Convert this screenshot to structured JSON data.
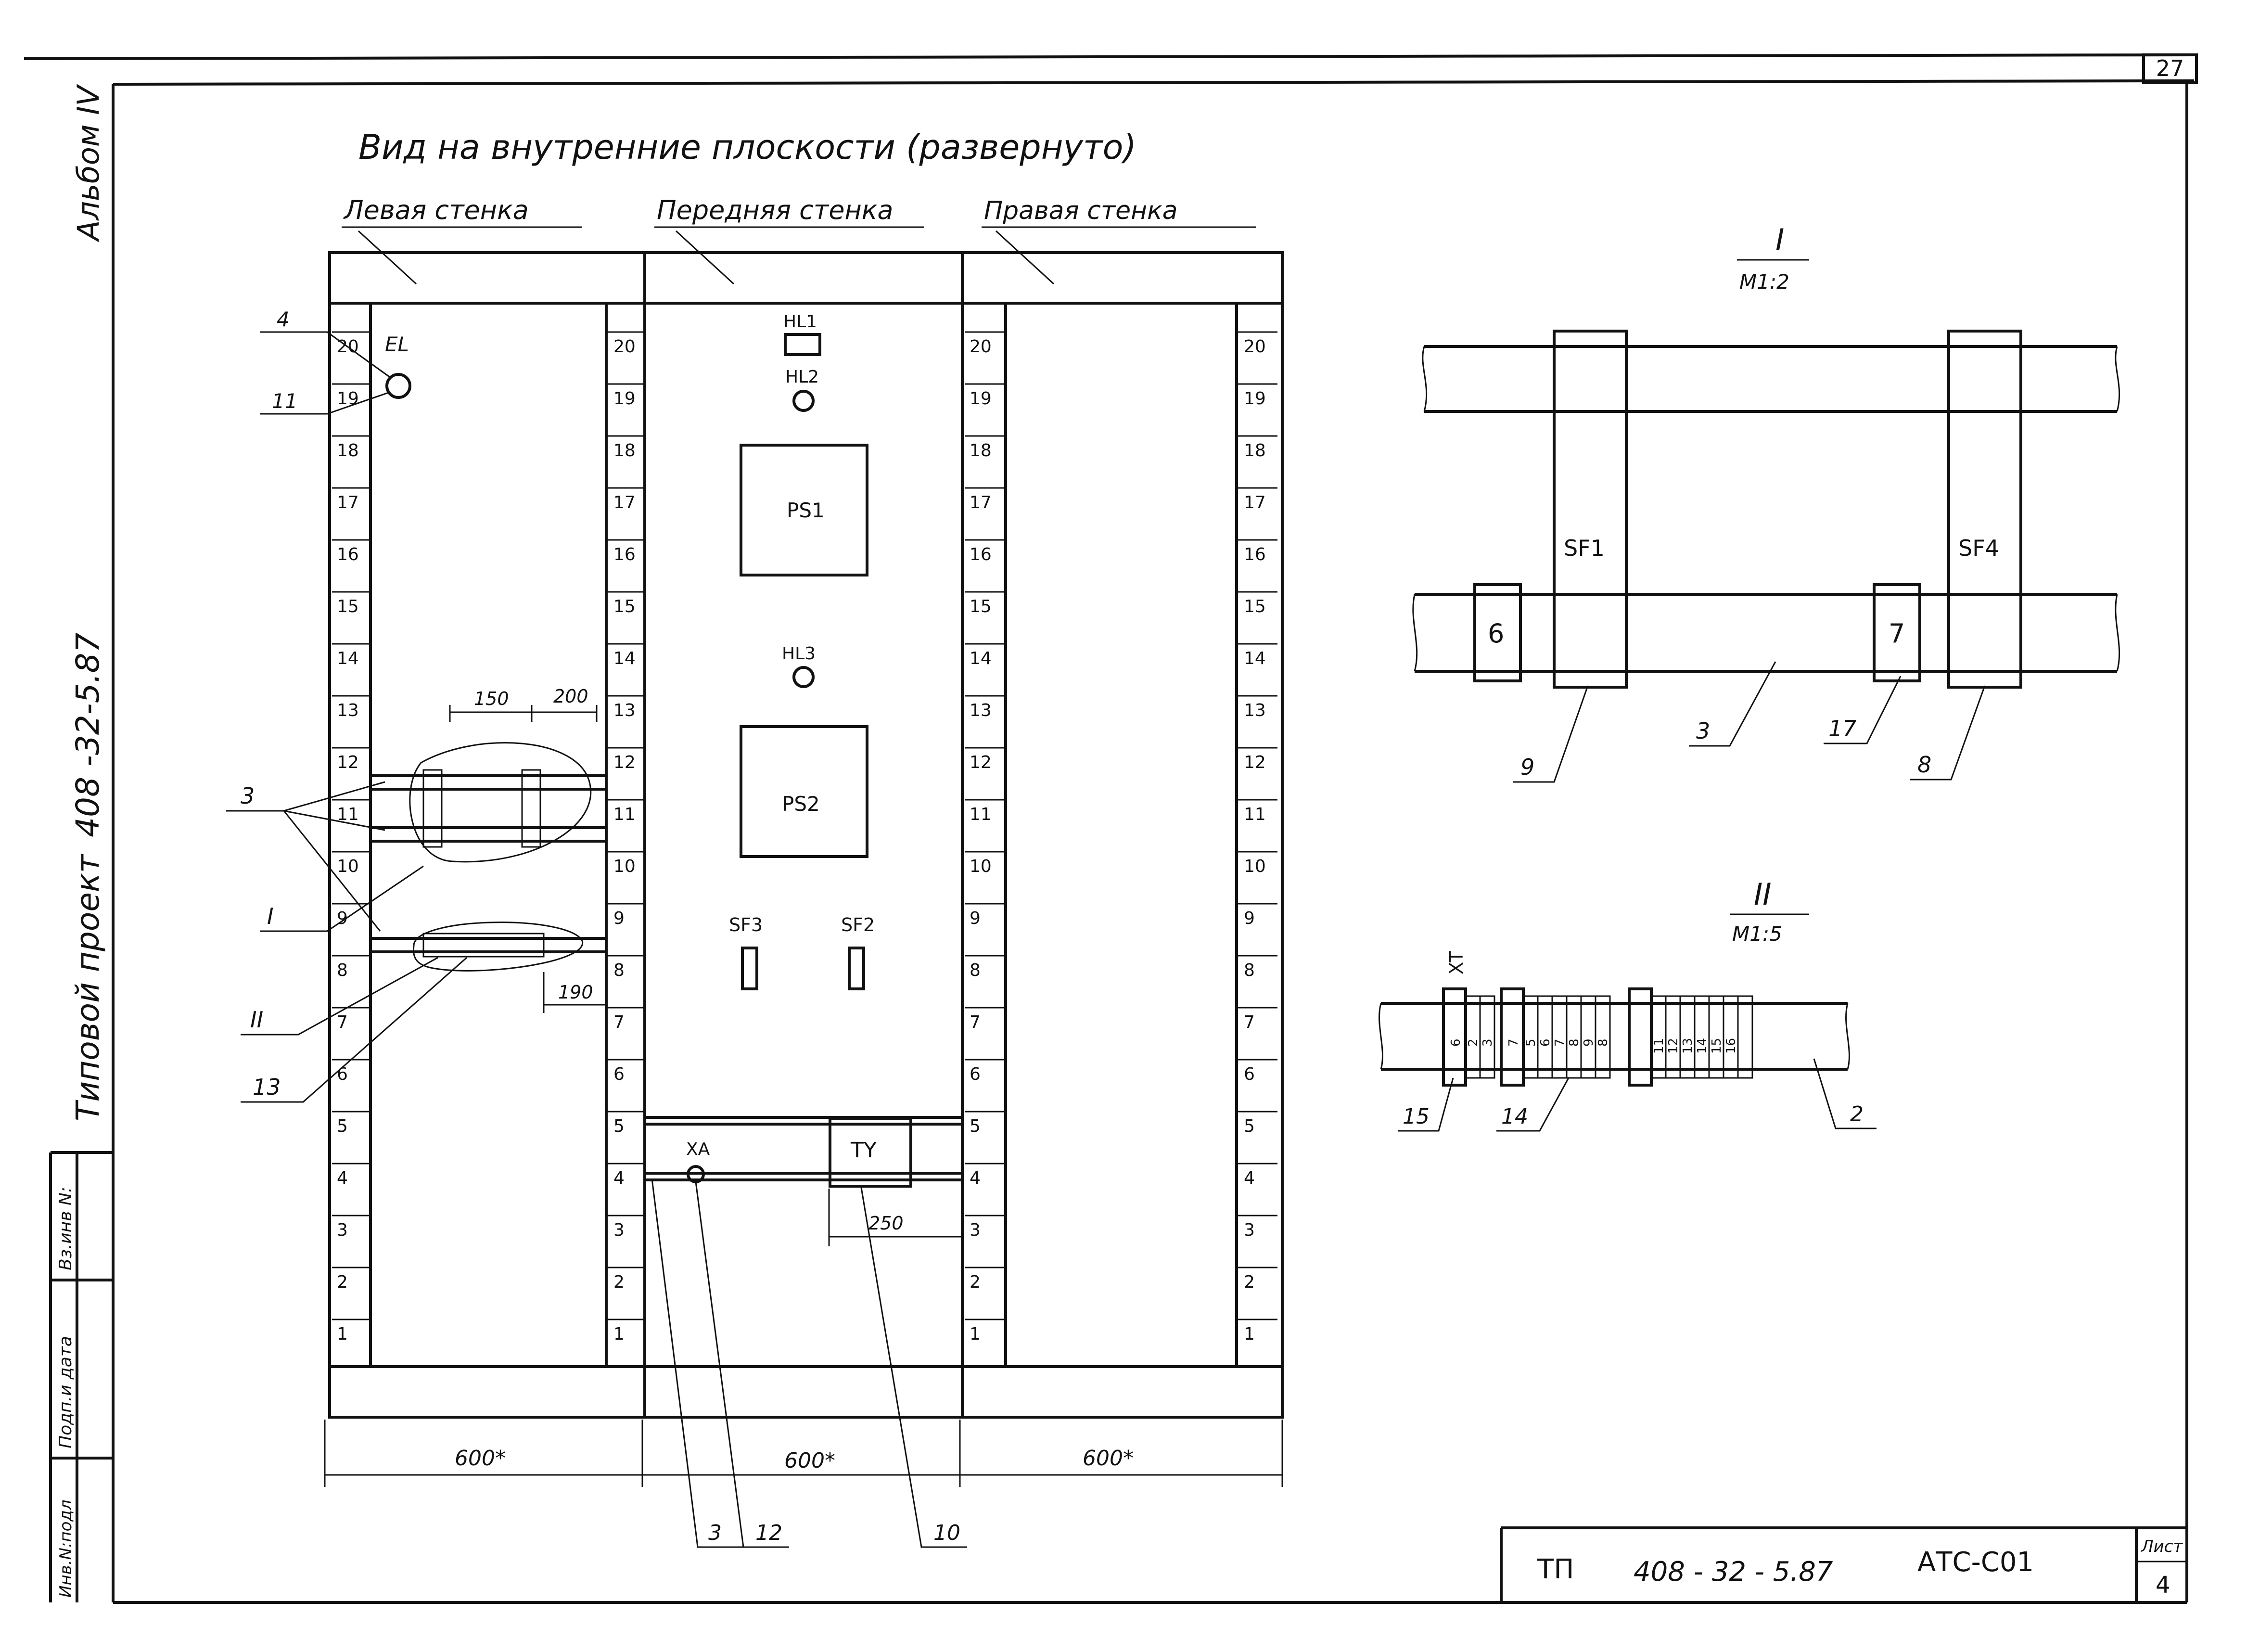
{
  "sheet_number": "27",
  "side_stamp": {
    "album": "Альбом IV",
    "project_code": "408 -32-5.87",
    "project_type": "Типовой проект",
    "fields": [
      "Вз.инв N:",
      "Подп.и дата",
      "Инв.N:подл"
    ]
  },
  "title": "Вид на внутренние плоскости (развернуто)",
  "walls": {
    "left": "Левая стенка",
    "front": "Передняя стенка",
    "right": "Правая стенка"
  },
  "rail_numbers": [
    "20",
    "19",
    "18",
    "17",
    "16",
    "15",
    "14",
    "13",
    "12",
    "11",
    "10",
    "9",
    "8",
    "7",
    "6",
    "5",
    "4",
    "3",
    "2",
    "1"
  ],
  "left_wall": {
    "lamp": "EL",
    "leaders": [
      "4",
      "11",
      "3",
      "I",
      "II",
      "13"
    ],
    "dims": [
      "150",
      "200",
      "190"
    ]
  },
  "front_wall": {
    "devices": [
      "HL1",
      "HL2",
      "PS1",
      "HL3",
      "PS2",
      "SF3",
      "SF2",
      "XA",
      "TY"
    ],
    "dim": "250",
    "bottom_leaders": [
      "3",
      "12",
      "10"
    ]
  },
  "width_dims": [
    "600*",
    "600*",
    "600*"
  ],
  "detail_1": {
    "title": "I",
    "scale": "M1:2",
    "breakers": [
      "SF1",
      "SF4"
    ],
    "blocks": [
      "6",
      "7"
    ],
    "leaders": [
      "9",
      "3",
      "17",
      "8"
    ]
  },
  "detail_2": {
    "title": "II",
    "scale": "M1:5",
    "strip_label": "XT",
    "terminals": [
      "6",
      "2",
      "3",
      "7",
      "5",
      "6",
      "7",
      "8",
      "9",
      "8",
      "11",
      "12",
      "13",
      "14",
      "15",
      "16"
    ],
    "leaders": [
      "15",
      "14",
      "2"
    ]
  },
  "title_block": {
    "doc_type": "ТП",
    "code": "408 - 32 - 5.87",
    "mark": "АТС-С01",
    "sheet_label": "Лист",
    "sheet_value": "4"
  }
}
